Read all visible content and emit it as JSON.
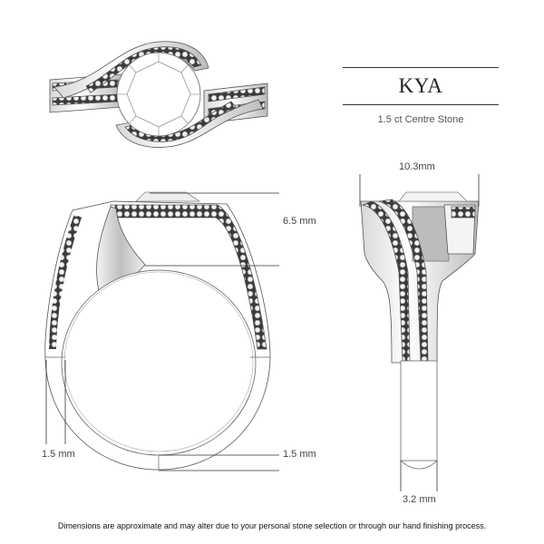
{
  "product": {
    "name": "KYA",
    "subtitle": "1.5 ct Centre Stone"
  },
  "dimensions": {
    "head_height": "6.5 mm",
    "head_width": "10.3mm",
    "band_thickness_side": "1.5 mm",
    "band_thickness_bottom": "1.5 mm",
    "band_width": "3.2 mm"
  },
  "views": [
    {
      "name": "top-view",
      "label": ""
    },
    {
      "name": "front-profile-view",
      "label": ""
    },
    {
      "name": "side-view",
      "label": ""
    }
  ],
  "colors": {
    "line": "#555555",
    "dim_line": "#333333",
    "pave_dark": "#3a3a3a",
    "background": "#ffffff"
  },
  "footer": {
    "disclaimer": "Dimensions are approximate and may alter due to your personal stone selection or through our hand finishing process."
  }
}
